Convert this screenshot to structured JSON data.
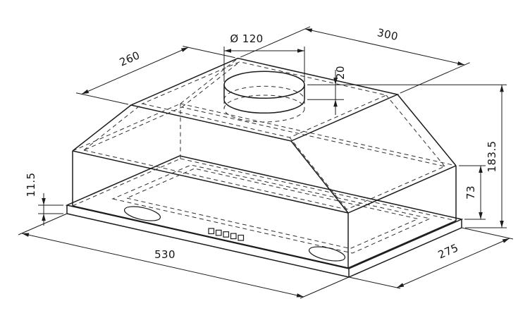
{
  "dimensions": {
    "bottom_width": "530",
    "bottom_depth": "275",
    "total_height": "183.5",
    "body_height": "73",
    "flange_height": "11.5",
    "top_width": "300",
    "top_depth": "260",
    "duct_diameter": "Ø 120",
    "collar_height": "20"
  },
  "colors": {
    "line": "#1c1c1c",
    "background": "#ffffff"
  }
}
